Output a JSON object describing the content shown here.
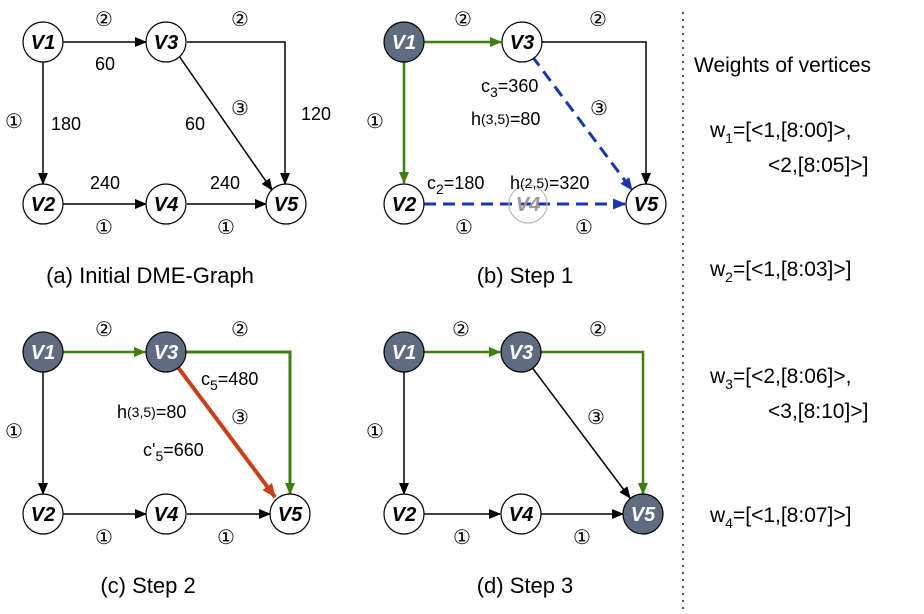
{
  "colors": {
    "node_fill": "#ffffff",
    "visited_fill": "#5f6b80",
    "ghost_stroke": "#bbbbbb",
    "ghost_text": "#999999",
    "edge": "#000000",
    "green": "#3f7f10",
    "blue": "#1a35b0",
    "red": "#c8401a"
  },
  "panels": [
    {
      "caption": "(a) Initial DME-Graph",
      "nodes": [
        {
          "id": "V1",
          "label": "V1"
        },
        {
          "id": "V3",
          "label": "V3"
        },
        {
          "id": "V2",
          "label": "V2"
        },
        {
          "id": "V4",
          "label": "V4"
        },
        {
          "id": "V5",
          "label": "V5"
        }
      ],
      "edge_labels": [
        {
          "id": "c12",
          "text": "②"
        },
        {
          "id": "t60",
          "text": "60"
        },
        {
          "id": "c22",
          "text": "②"
        },
        {
          "id": "c1",
          "text": "①"
        },
        {
          "id": "t180",
          "text": "180"
        },
        {
          "id": "t60b",
          "text": "60"
        },
        {
          "id": "c3",
          "text": "③"
        },
        {
          "id": "t120",
          "text": "120"
        },
        {
          "id": "t240a",
          "text": "240"
        },
        {
          "id": "t240b",
          "text": "240"
        },
        {
          "id": "c1b",
          "text": "①"
        },
        {
          "id": "c1c",
          "text": "①"
        }
      ]
    },
    {
      "caption": "(b) Step 1",
      "nodes": [
        {
          "id": "V1",
          "label": "V1"
        },
        {
          "id": "V3",
          "label": "V3"
        },
        {
          "id": "V2",
          "label": "V2"
        },
        {
          "id": "V4",
          "label": "V4"
        },
        {
          "id": "V5",
          "label": "V5"
        }
      ],
      "edge_labels": [
        {
          "id": "c12",
          "text": "②"
        },
        {
          "id": "c22",
          "text": "②"
        },
        {
          "id": "c1",
          "text": "①"
        },
        {
          "id": "c3",
          "text": "③"
        },
        {
          "id": "c1b",
          "text": "①"
        },
        {
          "id": "c1c",
          "text": "①"
        }
      ],
      "annotations": [
        {
          "id": "c3eq",
          "main": "c",
          "sub": "3",
          "rest": "=360"
        },
        {
          "id": "h35",
          "main": "h",
          "sub": "(3,5)",
          "rest": "=80"
        },
        {
          "id": "c2eq",
          "main": "c",
          "sub": "2",
          "rest": "=180"
        },
        {
          "id": "h25",
          "main": "h",
          "sub": "(2,5)",
          "rest": "=320"
        }
      ]
    },
    {
      "caption": "(c) Step 2",
      "nodes": [
        {
          "id": "V1",
          "label": "V1"
        },
        {
          "id": "V3",
          "label": "V3"
        },
        {
          "id": "V2",
          "label": "V2"
        },
        {
          "id": "V4",
          "label": "V4"
        },
        {
          "id": "V5",
          "label": "V5"
        }
      ],
      "edge_labels": [
        {
          "id": "c12",
          "text": "②"
        },
        {
          "id": "c22",
          "text": "②"
        },
        {
          "id": "c1",
          "text": "①"
        },
        {
          "id": "c3",
          "text": "③"
        },
        {
          "id": "c1b",
          "text": "①"
        },
        {
          "id": "c1c",
          "text": "①"
        }
      ],
      "annotations": [
        {
          "id": "c5eq",
          "main": "c",
          "sub": "5",
          "rest": "=480"
        },
        {
          "id": "h35",
          "main": "h",
          "sub": "(3,5)",
          "rest": "=80"
        },
        {
          "id": "c5p",
          "main": "c'",
          "sub": "5",
          "rest": "=660"
        }
      ]
    },
    {
      "caption": "(d) Step 3",
      "nodes": [
        {
          "id": "V1",
          "label": "V1"
        },
        {
          "id": "V3",
          "label": "V3"
        },
        {
          "id": "V2",
          "label": "V2"
        },
        {
          "id": "V4",
          "label": "V4"
        },
        {
          "id": "V5",
          "label": "V5"
        }
      ],
      "edge_labels": [
        {
          "id": "c12",
          "text": "②"
        },
        {
          "id": "c22",
          "text": "②"
        },
        {
          "id": "c1",
          "text": "①"
        },
        {
          "id": "c3",
          "text": "③"
        },
        {
          "id": "c1b",
          "text": "①"
        },
        {
          "id": "c1c",
          "text": "①"
        }
      ]
    }
  ],
  "weights": {
    "title": "Weights of vertices",
    "entries": [
      {
        "name": "w",
        "sub": "1",
        "line1": "=[<1,[8:00]>,",
        "line2": "<2,[8:05]>]"
      },
      {
        "name": "w",
        "sub": "2",
        "line1": "=[<1,[8:03]>]",
        "line2": ""
      },
      {
        "name": "w",
        "sub": "3",
        "line1": "=[<2,[8:06]>,",
        "line2": "<3,[8:10]>]"
      },
      {
        "name": "w",
        "sub": "4",
        "line1": "=[<1,[8:07]>]",
        "line2": ""
      }
    ]
  }
}
